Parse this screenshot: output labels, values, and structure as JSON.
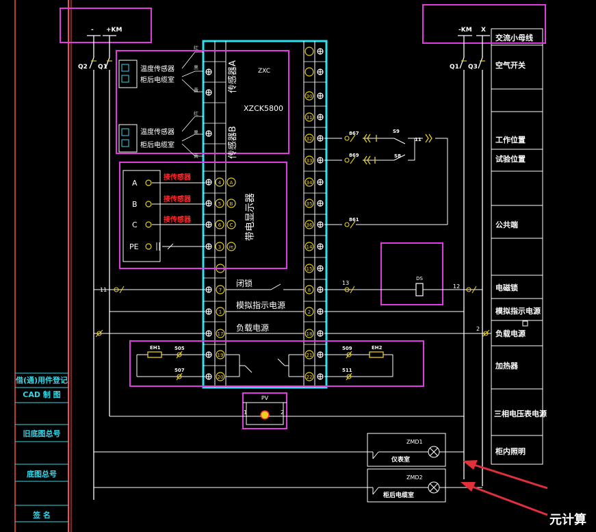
{
  "colors": {
    "background": "#000000",
    "line": "#ffffff",
    "grey_line": "#b8b8b8",
    "frame_red": "#ff4a4a",
    "frame_cyan": "#37d6e6",
    "highlight_magenta": "#e33be3",
    "terminal_block_cyan": "#2fe0f0",
    "device_yellow": "#e8d020",
    "accent_red": "#ff2a2a",
    "arrow_red": "#e0303a",
    "watermark": "#ffffff"
  },
  "top_labels": {
    "left_minus": "-",
    "left_plus": "+KM",
    "right_km": "-KM",
    "right_x": "X",
    "left_q2": "Q2",
    "left_q1": "Q1",
    "right_q1": "Q1",
    "right_q3": "Q3"
  },
  "sensor_block": {
    "temp_label_1": "温度传感器",
    "cable_label_1": "柜后电缆室",
    "temp_label_2": "温度传感器",
    "cable_label_2": "柜后电缆室",
    "sensor_a": "传感器A",
    "sensor_b": "传感器B",
    "controller_code": "ZXC",
    "controller_model": "XZCK5800",
    "wire_red_1": "红",
    "wire_black_1": "黑",
    "wire_yellow_1": "黄",
    "wire_red_2": "红",
    "wire_black_2": "黑",
    "wire_yellow_2": "黄"
  },
  "display_block": {
    "title": "带电显示器",
    "phase_a": "A",
    "phase_b": "B",
    "phase_c": "C",
    "phase_pe": "PE",
    "sensor_a": "接传感器",
    "sensor_b": "接传感器",
    "sensor_c": "接传感器",
    "term_4": "4",
    "term_5": "5",
    "term_6": "6",
    "term_3": "3",
    "term_a": "A",
    "term_b": "B",
    "term_c": "C",
    "term_pe": "PE"
  },
  "left_terminals": [
    "7",
    "1",
    "17",
    "19",
    "20"
  ],
  "right_terminals": [
    "30",
    "31",
    "32",
    "33",
    "34",
    "35",
    "36",
    "14",
    "15",
    "8",
    "2",
    "18",
    "21",
    "22"
  ],
  "circuit_labels": {
    "wire_11": "11",
    "wire_13": "13",
    "wire_12": "12",
    "wire_2": "2",
    "lock": "闭锁",
    "sim_power": "模拟指示电源",
    "load_power": "负载电源",
    "n867": "867",
    "n869": "869",
    "n861": "861",
    "s9": "S9",
    "s8": "S8",
    "ds": "DS",
    "n11_small": "11",
    "eh1": "EH1",
    "eh2": "EH2",
    "n505": "505",
    "n507": "507",
    "n509": "509",
    "n511": "511",
    "pv": "PV",
    "pv_1": "1",
    "pv_2": "2",
    "zmd1": "ZMD1",
    "zmd2": "ZMD2",
    "zmd1_label": "仪表室",
    "zmd2_label": "柜后电缆室"
  },
  "right_column_labels": [
    "交流小母线",
    "空气开关",
    "工作位置",
    "试验位置",
    "公共端",
    "电磁锁",
    "模拟指示电源",
    "负载电源",
    "加热器",
    "三相电压表电源",
    "柜内照明"
  ],
  "left_frame_labels": {
    "borrowed_reg": "借(通)用件登记",
    "cad_draw": "CAD 制 图",
    "old_drawing_no": "旧底图总号",
    "base_drawing_no": "底图总号",
    "signature": "签 名"
  },
  "watermark": "元计算"
}
